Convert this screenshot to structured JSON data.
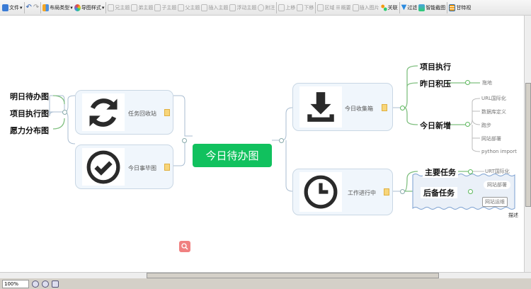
{
  "toolbar": {
    "items": [
      {
        "label": "文件",
        "icon": "file-icon"
      },
      {
        "label": "",
        "icon": "undo-icon"
      },
      {
        "label": "",
        "icon": "redo-icon"
      },
      {
        "label": "布局类型",
        "icon": "layout-icon"
      },
      {
        "label": "导图样式",
        "icon": "style-icon"
      },
      {
        "label": "兄主题",
        "icon": "sibling-topic-icon"
      },
      {
        "label": "弟主题",
        "icon": "younger-topic-icon"
      },
      {
        "label": "子主题",
        "icon": "child-topic-icon"
      },
      {
        "label": "父主题",
        "icon": "parent-topic-icon"
      },
      {
        "label": "插入主题",
        "icon": "insert-topic-icon"
      },
      {
        "label": "浮动主题",
        "icon": "float-topic-icon"
      },
      {
        "label": "附注",
        "icon": "note-icon"
      },
      {
        "label": "上移",
        "icon": "move-up-icon"
      },
      {
        "label": "下移",
        "icon": "move-down-icon"
      },
      {
        "label": "区域",
        "icon": "boundary-icon"
      },
      {
        "label": "概要",
        "icon": "summary-icon"
      },
      {
        "label": "插入图片",
        "icon": "insert-image-icon"
      },
      {
        "label": "关联",
        "icon": "relation-icon"
      },
      {
        "label": "过滤",
        "icon": "filter-icon"
      },
      {
        "label": "智能截图",
        "icon": "screenshot-icon"
      },
      {
        "label": "甘特视",
        "icon": "gantt-icon"
      }
    ]
  },
  "map": {
    "center": "今日待办图",
    "left_cards": [
      {
        "label": "任务回收站",
        "icon": "refresh-icon"
      },
      {
        "label": "今日事毕图",
        "icon": "check-circle-icon"
      }
    ],
    "left_items": [
      "明日待办图",
      "项目执行图",
      "愿力分布图"
    ],
    "right_cards": [
      {
        "label": "今日收集箱",
        "icon": "download-icon"
      },
      {
        "label": "工作进行中",
        "icon": "clock-icon"
      }
    ],
    "inbox_children": [
      "项目执行",
      "昨日积压",
      "今日新增"
    ],
    "backlog_children": [
      "拖地"
    ],
    "new_children": [
      "URL国际化",
      "数据库定义",
      "跑步",
      "网站部署",
      "python import"
    ],
    "progress_children": [
      "主要任务",
      "后备任务"
    ],
    "main_children": [
      "URT国际化"
    ],
    "backup_children": [
      "网站部署",
      "网站运维"
    ],
    "boundary_label": "描述"
  },
  "status": {
    "zoom": "100%"
  },
  "colors": {
    "center": "#11c15e",
    "card_bg": "#f0f6fc",
    "search_button": "#f08080"
  }
}
